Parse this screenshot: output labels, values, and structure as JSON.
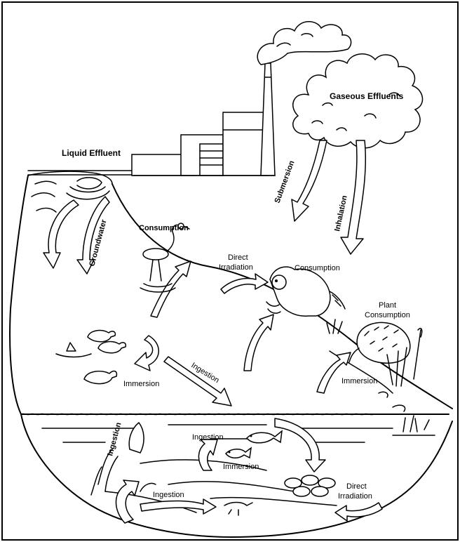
{
  "labels": {
    "gaseous_effluents": "Gaseous Effluents",
    "liquid_effluent": "Liquid Effluent",
    "submersion": "Submersion",
    "inhalation": "Inhalation",
    "groundwater": "Groundwater",
    "consumption_bird": "Consumption",
    "direct_irradiation_1_line1": "Direct",
    "direct_irradiation_1_line2": "Irradiation",
    "consumption_raccoon": "Consumption",
    "plant_consumption_line1": "Plant",
    "plant_consumption_line2": "Consumption",
    "immersion_ducks": "Immersion",
    "ingestion_slope": "Ingestion",
    "immersion_right": "Immersion",
    "ingestion_left": "Ingestion",
    "ingestion_water_top": "Ingestion",
    "immersion_water": "Immersion",
    "ingestion_water_bottom": "Ingestion",
    "direct_irradiation_2_line1": "Direct",
    "direct_irradiation_2_line2": "Irradiation"
  }
}
